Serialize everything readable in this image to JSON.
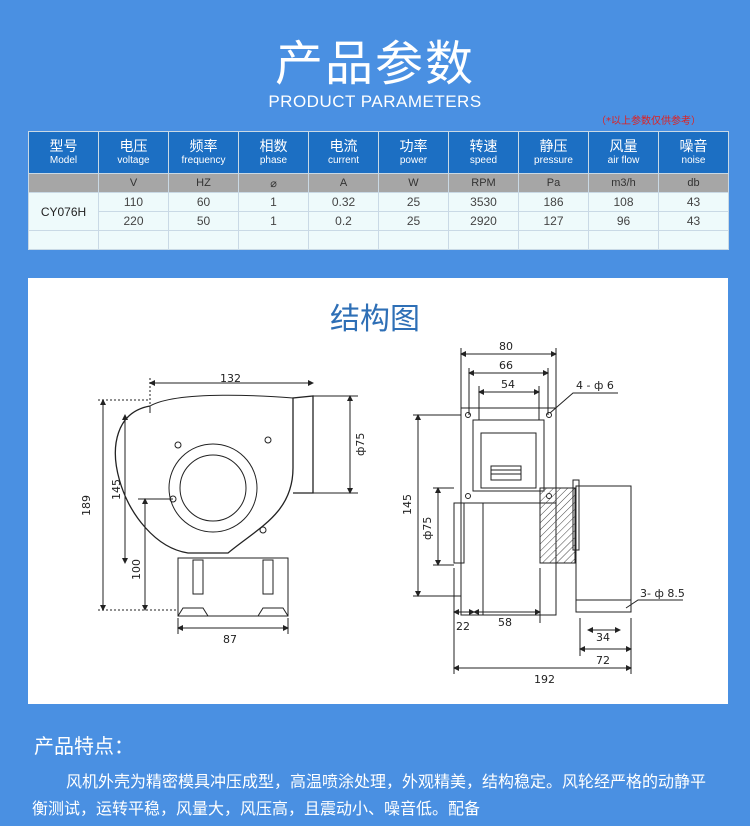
{
  "header": {
    "title": "产品参数",
    "subtitle": "PRODUCT PARAMETERS",
    "note": "（*以上参数仅供参考）"
  },
  "table": {
    "columns": [
      {
        "cn": "型号",
        "en": "Model"
      },
      {
        "cn": "电压",
        "en": "voltage"
      },
      {
        "cn": "频率",
        "en": "frequency"
      },
      {
        "cn": "相数",
        "en": "phase"
      },
      {
        "cn": "电流",
        "en": "current"
      },
      {
        "cn": "功率",
        "en": "power"
      },
      {
        "cn": "转速",
        "en": "speed"
      },
      {
        "cn": "静压",
        "en": "pressure"
      },
      {
        "cn": "风量",
        "en": "air flow"
      },
      {
        "cn": "噪音",
        "en": "noise"
      }
    ],
    "units": [
      "",
      "V",
      "HZ",
      "⌀",
      "A",
      "W",
      "RPM",
      "Pa",
      "m3/h",
      "db"
    ],
    "model": "CY076H",
    "rows": [
      [
        "110",
        "60",
        "1",
        "0.32",
        "25",
        "3530",
        "186",
        "108",
        "43"
      ],
      [
        "220",
        "50",
        "1",
        "0.2",
        "25",
        "2920",
        "127",
        "96",
        "43"
      ]
    ]
  },
  "structure": {
    "title": "结构图",
    "side_dims": {
      "d132": "132",
      "d189": "189",
      "d145": "145",
      "d100": "100",
      "d87": "87",
      "d75": "ф75"
    },
    "front_dims": {
      "d80": "80",
      "d66": "66",
      "d54": "54",
      "holes": "4 - ф 6",
      "d145": "145",
      "d75": "ф75",
      "d22": "22",
      "d58": "58",
      "d34": "34",
      "d72": "72",
      "d192": "192",
      "foot": "3- ф 8.5"
    }
  },
  "features": {
    "title": "产品特点：",
    "text": "风机外壳为精密模具冲压成型，高温喷涂处理，外观精美，结构稳定。风轮经严格的动静平衡测试，运转平稳，风量大，风压高，且震动小、噪音低。配备"
  }
}
